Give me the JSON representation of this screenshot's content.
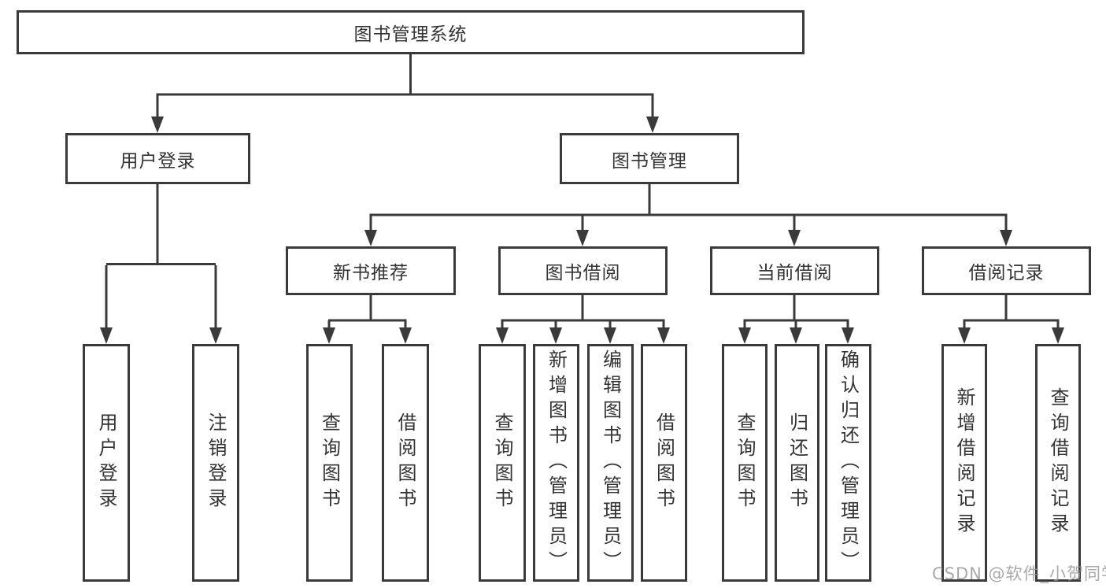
{
  "diagram_type": "functional-structure-tree",
  "colors": {
    "line": "#3a3a3a",
    "box_border": "#3a3a3a",
    "box_background": "#ffffff",
    "text": "#333333",
    "page_background": "#ffffff",
    "watermark": "#949494"
  },
  "watermark": {
    "text": "CSDN @软件_小贺同学"
  },
  "tree": {
    "label": "图书管理系统",
    "children": [
      {
        "label": "用户登录",
        "children": [
          {
            "label": "用户登录"
          },
          {
            "label": "注销登录"
          }
        ]
      },
      {
        "label": "图书管理",
        "children": [
          {
            "label": "新书推荐",
            "children": [
              {
                "label": "查询图书"
              },
              {
                "label": "借阅图书"
              }
            ]
          },
          {
            "label": "图书借阅",
            "children": [
              {
                "label": "查询图书"
              },
              {
                "label": "新增图书（管理员）"
              },
              {
                "label": "编辑图书（管理员）"
              },
              {
                "label": "借阅图书"
              }
            ]
          },
          {
            "label": "当前借阅",
            "children": [
              {
                "label": "查询图书"
              },
              {
                "label": "归还图书"
              },
              {
                "label": "确认归还（管理员）"
              }
            ]
          },
          {
            "label": "借阅记录",
            "children": [
              {
                "label": "新增借阅记录"
              },
              {
                "label": "查询借阅记录"
              }
            ]
          }
        ]
      }
    ]
  }
}
